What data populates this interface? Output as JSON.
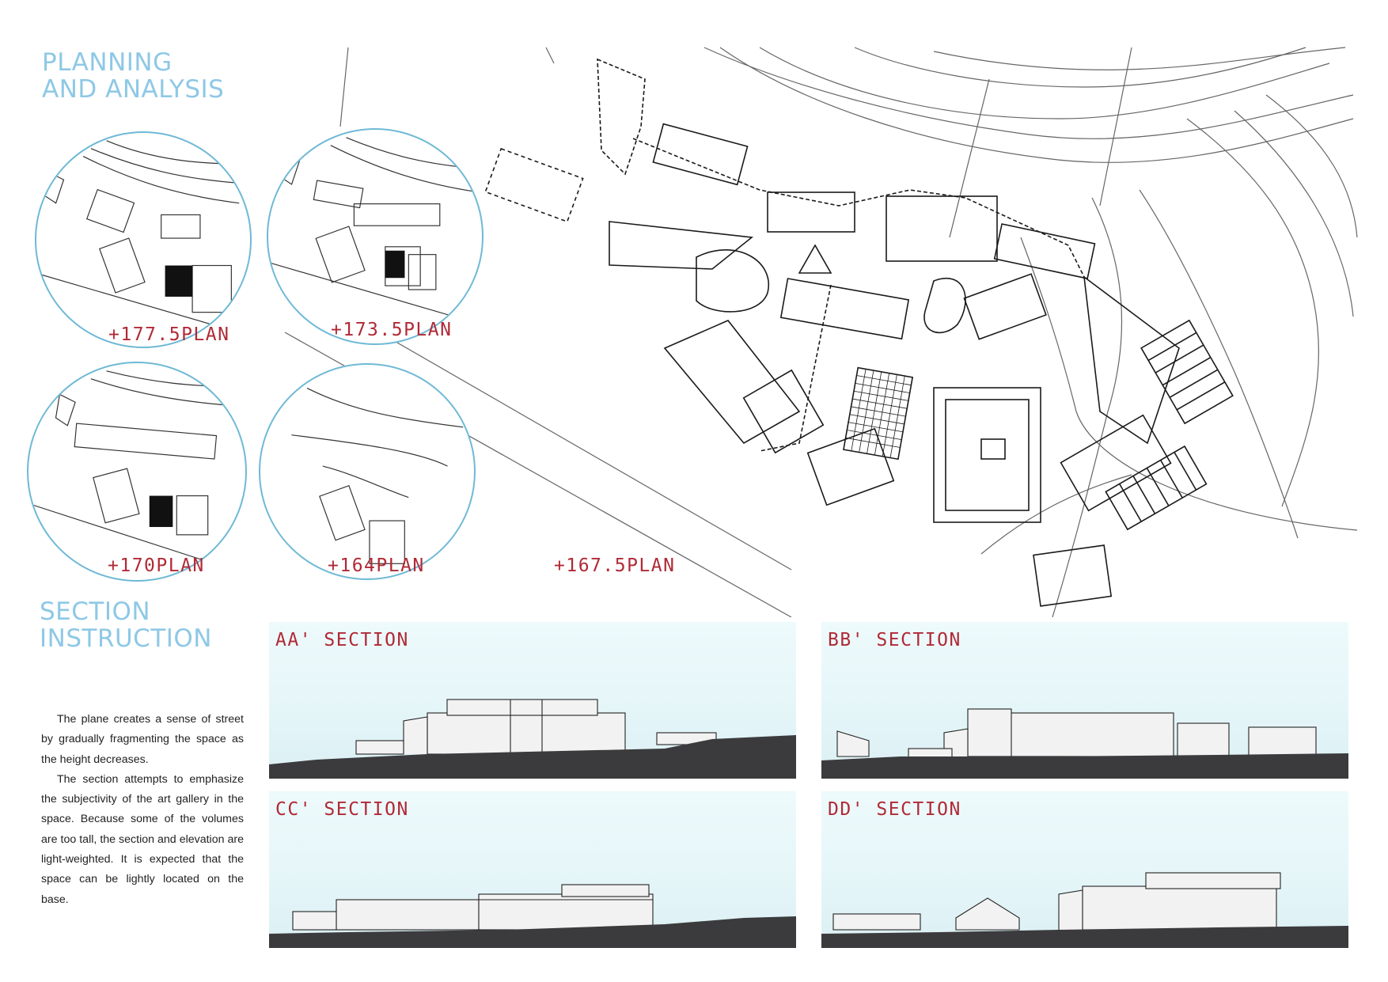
{
  "headings": {
    "planning": [
      "PLANNING",
      "AND ANALYSIS"
    ],
    "section": [
      "SECTION",
      "INSTRUCTION"
    ]
  },
  "plans": {
    "p1": "+177.5PLAN",
    "p2": "+173.5PLAN",
    "p3": "+170PLAN",
    "p4": "+164PLAN",
    "main": "+167.5PLAN"
  },
  "sections": {
    "aa": "AA' SECTION",
    "bb": "BB' SECTION",
    "cc": "CC' SECTION",
    "dd": "DD' SECTION"
  },
  "description": [
    "The plane creates a sense of street by gradually fragmenting the space as the height decreases.",
    "The section attempts to emphasize the subjectivity of the art gallery in the space. Because some of the volumes are too tall, the section and elevation are light-weighted. It is expected that the space can be lightly located on the base."
  ],
  "colors": {
    "heading": "#8ec8e6",
    "label": "#b02a36",
    "circle_border": "#6fb9d6",
    "ground": "#3b3b3d",
    "line": "#222222"
  }
}
